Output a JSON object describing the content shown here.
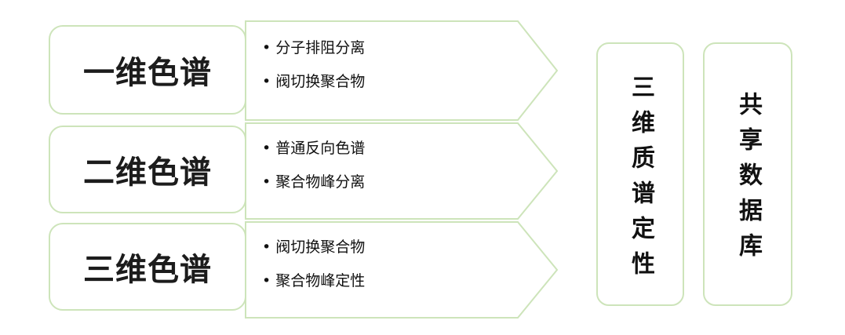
{
  "diagram": {
    "rows": [
      {
        "label": "一维色谱",
        "bullets": [
          "• 分子排阻分离",
          "• 阀切换聚合物"
        ]
      },
      {
        "label": "二维色谱",
        "bullets": [
          "• 普通反向色谱",
          "• 聚合物峰分离"
        ]
      },
      {
        "label": "三维色谱",
        "bullets": [
          "• 阀切换聚合物",
          "• 聚合物峰定性"
        ]
      }
    ],
    "right_boxes": [
      {
        "label": "三维质谱定性"
      },
      {
        "label": "共享数据库"
      }
    ],
    "colors": {
      "border": "#cde4ba",
      "text": "#1c1c1c",
      "background": "#ffffff"
    }
  }
}
